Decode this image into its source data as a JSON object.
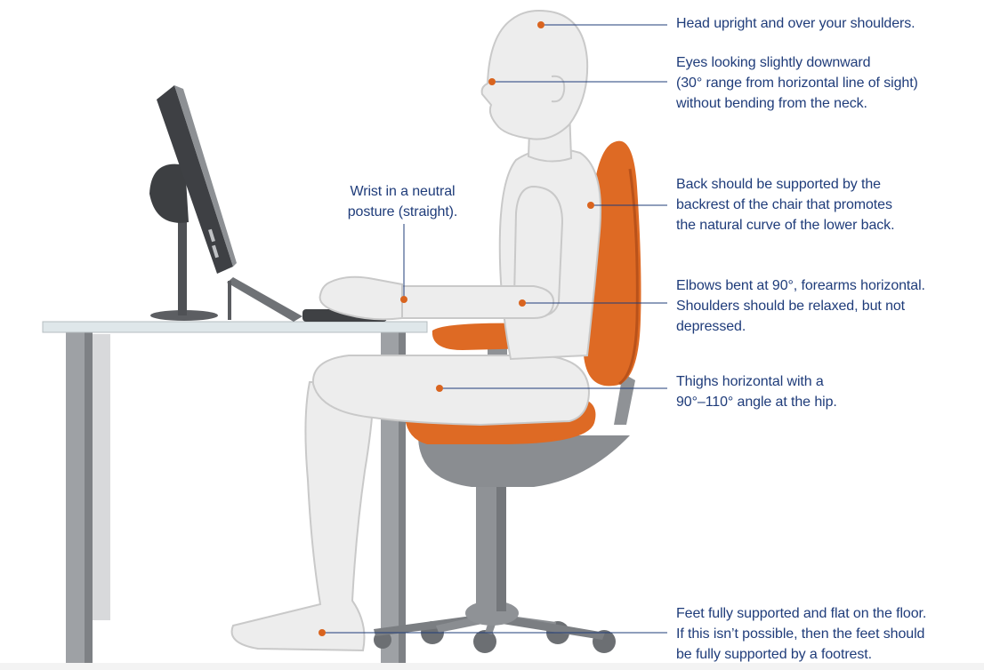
{
  "colors": {
    "label_text": "#1f3c7a",
    "accent_orange": "#d9641f",
    "chair_orange": "#de6a24",
    "figure_fill": "#ededed",
    "figure_outline": "#c9c9c9",
    "metal_gray": "#8f9296",
    "dark_gray": "#4a4c4f"
  },
  "annotations": {
    "head": {
      "lines": [
        "Head upright and over your shoulders."
      ]
    },
    "eyes": {
      "lines": [
        "Eyes looking slightly downward",
        "(30° range from horizontal line of sight)",
        "without bending from the neck."
      ]
    },
    "back": {
      "lines": [
        "Back should be supported by the",
        "backrest of the chair that promotes",
        "the natural curve of the lower back."
      ]
    },
    "elbows": {
      "lines": [
        "Elbows bent at 90°, forearms horizontal.",
        "Shoulders should be relaxed, but not",
        "depressed."
      ]
    },
    "thighs": {
      "lines": [
        "Thighs horizontal with a",
        "90°–110° angle at the hip."
      ]
    },
    "wrist": {
      "lines": [
        "Wrist in a neutral",
        "posture (straight)."
      ]
    },
    "feet": {
      "lines": [
        "Feet fully supported and flat on the floor.",
        "If this isn’t possible, then the feet should",
        "be fully supported by a footrest."
      ]
    }
  },
  "illustration": {
    "parts": [
      "monitor-icon",
      "desk",
      "keyboard-icon",
      "person-figure",
      "office-chair"
    ]
  }
}
